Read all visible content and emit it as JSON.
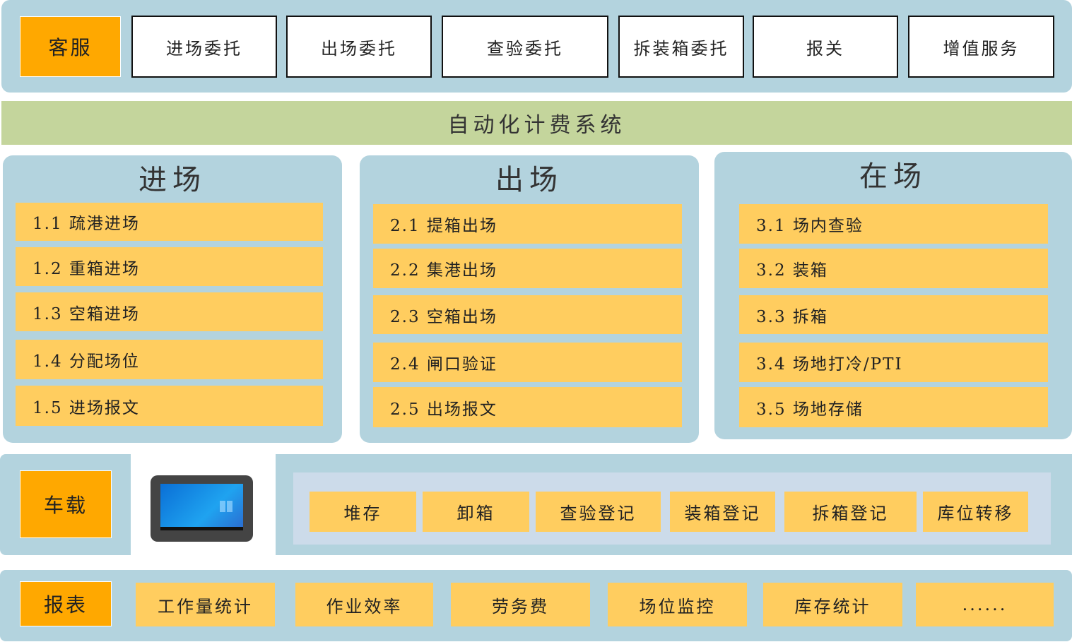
{
  "top": {
    "primary": "客服",
    "items": [
      "进场委托",
      "出场委托",
      "查验委托",
      "拆装箱委托",
      "报关",
      "增值服务"
    ]
  },
  "system_title": "自动化计费系统",
  "sections": [
    {
      "title": "进场",
      "items": [
        "1.1 疏港进场",
        "1.2 重箱进场",
        "1.3 空箱进场",
        "1.4 分配场位",
        "1.5 进场报文"
      ]
    },
    {
      "title": "出场",
      "items": [
        "2.1 提箱出场",
        "2.2 集港出场",
        "2.3 空箱出场",
        "2.4 闸口验证",
        "2.5 出场报文"
      ]
    },
    {
      "title": "在场",
      "items": [
        "3.1 场内查验",
        "3.2 装箱",
        "3.3 拆箱",
        "3.4 场地打冷/PTI",
        "3.5 场地存储"
      ]
    }
  ],
  "vehicle": {
    "label": "车载",
    "device_icon": "tablet-icon",
    "items": [
      "堆存",
      "卸箱",
      "查验登记",
      "装箱登记",
      "拆箱登记",
      "库位转移"
    ]
  },
  "reports": {
    "label": "报表",
    "items": [
      "工作量统计",
      "作业效率",
      "劳务费",
      "场位监控",
      "库存统计",
      "......"
    ]
  },
  "colors": {
    "panel": "#b3d3de",
    "green": "#c4d59c",
    "yellow": "#ffcd5f",
    "orange": "#ffa800",
    "inner": "#ccdbea"
  }
}
